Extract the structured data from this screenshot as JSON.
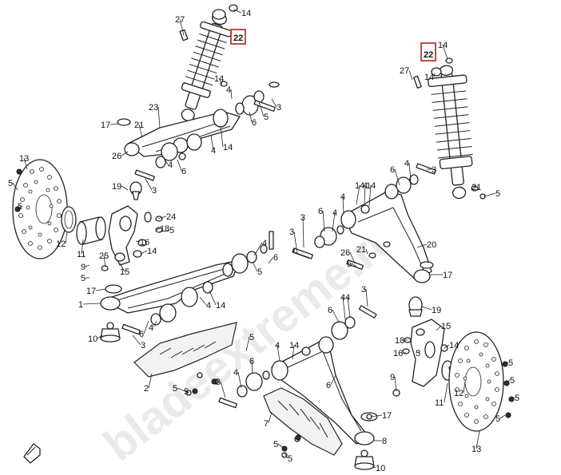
{
  "watermark": "bladeextreme.ru",
  "highlight_color": "#c0392b",
  "highlighted_labels": [
    {
      "id": "22-left",
      "text": "22"
    },
    {
      "id": "22-right",
      "text": "22"
    }
  ],
  "labels": [
    {
      "id": "27-l",
      "text": "27"
    },
    {
      "id": "14-l1",
      "text": "14"
    },
    {
      "id": "14-l2",
      "text": "14"
    },
    {
      "id": "4-l1",
      "text": "4"
    },
    {
      "id": "3-l1",
      "text": "3"
    },
    {
      "id": "5-l1",
      "text": "5"
    },
    {
      "id": "6-l1",
      "text": "6"
    },
    {
      "id": "23-l",
      "text": "23"
    },
    {
      "id": "17-l1",
      "text": "17"
    },
    {
      "id": "21-l1",
      "text": "21"
    },
    {
      "id": "14-l3",
      "text": "14"
    },
    {
      "id": "4-l2",
      "text": "4"
    },
    {
      "id": "26-l",
      "text": "26"
    },
    {
      "id": "4-l3",
      "text": "4"
    },
    {
      "id": "6-l2",
      "text": "6"
    },
    {
      "id": "19-l",
      "text": "19"
    },
    {
      "id": "3-l2",
      "text": "3"
    },
    {
      "id": "13-l",
      "text": "13"
    },
    {
      "id": "5-l2",
      "text": "5"
    },
    {
      "id": "5-l3",
      "text": "5"
    },
    {
      "id": "24-l",
      "text": "24"
    },
    {
      "id": "18-l",
      "text": "18"
    },
    {
      "id": "5-l4",
      "text": "5"
    },
    {
      "id": "12-l",
      "text": "12"
    },
    {
      "id": "16-l",
      "text": "16"
    },
    {
      "id": "11-l",
      "text": "11"
    },
    {
      "id": "25-l",
      "text": "25"
    },
    {
      "id": "14-l4",
      "text": "14"
    },
    {
      "id": "15-l",
      "text": "15"
    },
    {
      "id": "9-l",
      "text": "9"
    },
    {
      "id": "5-l5",
      "text": "5"
    },
    {
      "id": "17-l2",
      "text": "17"
    },
    {
      "id": "1-l",
      "text": "1"
    },
    {
      "id": "4-l4",
      "text": "4"
    },
    {
      "id": "6-l3",
      "text": "6"
    },
    {
      "id": "5-l6",
      "text": "5"
    },
    {
      "id": "14-l5",
      "text": "14"
    },
    {
      "id": "4-l5",
      "text": "4"
    },
    {
      "id": "4-l6",
      "text": "4"
    },
    {
      "id": "6-l4",
      "text": "6"
    },
    {
      "id": "10-l1",
      "text": "10"
    },
    {
      "id": "3-l3",
      "text": "3"
    },
    {
      "id": "2-l",
      "text": "2"
    },
    {
      "id": "5-l7",
      "text": "5"
    },
    {
      "id": "14-r1",
      "text": "14"
    },
    {
      "id": "27-r",
      "text": "27"
    },
    {
      "id": "14-r2",
      "text": "14"
    },
    {
      "id": "6-r1",
      "text": "6"
    },
    {
      "id": "4-r1",
      "text": "4"
    },
    {
      "id": "3-r1",
      "text": "3"
    },
    {
      "id": "4-r2",
      "text": "4"
    },
    {
      "id": "14-r3",
      "text": "14"
    },
    {
      "id": "14-r4",
      "text": "14"
    },
    {
      "id": "5-r1",
      "text": "5"
    },
    {
      "id": "4-r3",
      "text": "4"
    },
    {
      "id": "21-r1",
      "text": "21"
    },
    {
      "id": "6-r2",
      "text": "6"
    },
    {
      "id": "3-r2",
      "text": "3"
    },
    {
      "id": "4-r4",
      "text": "4"
    },
    {
      "id": "21-r2",
      "text": "21"
    },
    {
      "id": "20-r",
      "text": "20"
    },
    {
      "id": "26-r",
      "text": "26"
    },
    {
      "id": "5-r2",
      "text": "5"
    },
    {
      "id": "17-r1",
      "text": "17"
    },
    {
      "id": "3-r3",
      "text": "3"
    },
    {
      "id": "4-r5",
      "text": "4"
    },
    {
      "id": "19-r",
      "text": "19"
    },
    {
      "id": "6-r3",
      "text": "6"
    },
    {
      "id": "4-r6",
      "text": "4"
    },
    {
      "id": "3-r4",
      "text": "3"
    },
    {
      "id": "15-r",
      "text": "15"
    },
    {
      "id": "5-r3",
      "text": "5"
    },
    {
      "id": "4-r7",
      "text": "4"
    },
    {
      "id": "14-r5",
      "text": "14"
    },
    {
      "id": "18-r",
      "text": "18"
    },
    {
      "id": "14-r6",
      "text": "14"
    },
    {
      "id": "6-r4",
      "text": "6"
    },
    {
      "id": "16-r",
      "text": "16"
    },
    {
      "id": "5-r4",
      "text": "5"
    },
    {
      "id": "4-r8",
      "text": "4"
    },
    {
      "id": "9-r",
      "text": "9"
    },
    {
      "id": "6-r5",
      "text": "6"
    },
    {
      "id": "3-r5",
      "text": "3"
    },
    {
      "id": "12-r",
      "text": "12"
    },
    {
      "id": "11-r",
      "text": "11"
    },
    {
      "id": "5-r5",
      "text": "5"
    },
    {
      "id": "5-r6",
      "text": "5"
    },
    {
      "id": "5-r7",
      "text": "5"
    },
    {
      "id": "5-r8",
      "text": "5"
    },
    {
      "id": "7-r",
      "text": "7"
    },
    {
      "id": "17-r2",
      "text": "17"
    },
    {
      "id": "5-r9",
      "text": "5"
    },
    {
      "id": "8-r",
      "text": "8"
    },
    {
      "id": "5-r10",
      "text": "5"
    },
    {
      "id": "10-r",
      "text": "10"
    },
    {
      "id": "13-r",
      "text": "13"
    },
    {
      "id": "5-r11",
      "text": "5"
    }
  ]
}
